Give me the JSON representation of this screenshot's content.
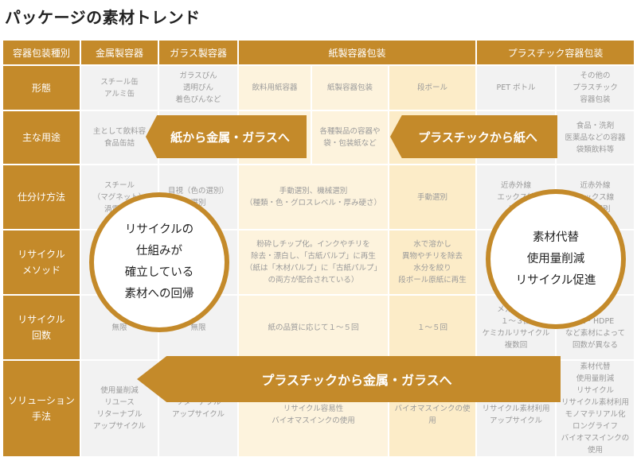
{
  "title": "パッケージの素材トレンド",
  "columns": [
    "容器包装種別",
    "金属製容器",
    "ガラス製容器",
    "紙製容器包装",
    "プラスチック容器包装"
  ],
  "rows": [
    {
      "label": "形態",
      "cells": [
        "スチール缶\nアルミ缶",
        "ガラスびん\n透明びん\n着色びんなど",
        "飲料用紙容器",
        "紙製容器包装",
        "段ボール",
        "PET ボトル",
        "その他の\nプラスチック\n容器包装"
      ]
    },
    {
      "label": "主な用途",
      "cells": [
        "主として飲料容\n食品缶詰",
        "",
        "",
        "各種製品の容器や\n袋・包装紙など",
        "",
        "",
        "食品・洗剤\n医薬品などの容器\n袋類飲料等"
      ]
    },
    {
      "label": "仕分け方法",
      "cells": [
        "スチール\n（マグネット）\n渦電流式",
        "目視（色の選別）\n選別",
        "手動選別、機械選別\n（種類・色・グロスレベル・厚み硬さ）",
        "手動選別",
        "近赤外線\nエックス線\n光学",
        "近赤外線\nエックス線\n光学選別"
      ]
    },
    {
      "label": "リサイクル\nメソッド",
      "cells": [
        "",
        "",
        "粉砕しチップ化。インクやチリを\n除去・漂白し、「古紙パルプ」に再生\n（紙は「木材パルプ」に「古紙パルプ」\nの両方が配合されている）",
        "水で溶かし\n異物やチリを除去\n水分を絞り\n段ボール原紙に再生",
        "",
        ""
      ]
    },
    {
      "label": "リサイクル\n回数",
      "cells": [
        "無限",
        "無限",
        "紙の品質に応じて１〜５回",
        "１〜５回",
        "メカニカル\n１〜３回\nケミカルリサイクル\n複数回",
        "PP\nPE・HDPE\nなど素材によって\n回数が異なる"
      ]
    },
    {
      "label": "ソリューション\n手法",
      "cells": [
        "使用量削減\nリユース\nリターナブル\nアップサイクル",
        "リターナブル\nアップサイクル",
        "素材代替、使用量削減\nリサイクル容易性\nバイオマスインクの使用",
        "リサイクル容易性\nバイオマスインクの使用",
        "（ボトル to ボトル）\nリサイクル素材利用\nアップサイクル",
        "素材代替\n使用量削減\nリサイクル\nリサイクル素材利用\nモノマテリアル化\nロングライフ\nバイオマスインクの使用"
      ]
    }
  ],
  "arrows": {
    "a1": "紙から金属・ガラスへ",
    "a2": "プラスチックから紙へ",
    "a3": "プラスチックから金属・ガラスへ"
  },
  "circles": {
    "left": "リサイクルの\n仕組みが\n確立している\n素材への回帰",
    "right": "素材代替\n使用量削減\nリサイクル促進"
  },
  "colors": {
    "accent": "#c48a2a",
    "cream": "#fdf3dd",
    "gray": "#f2f2f2"
  }
}
